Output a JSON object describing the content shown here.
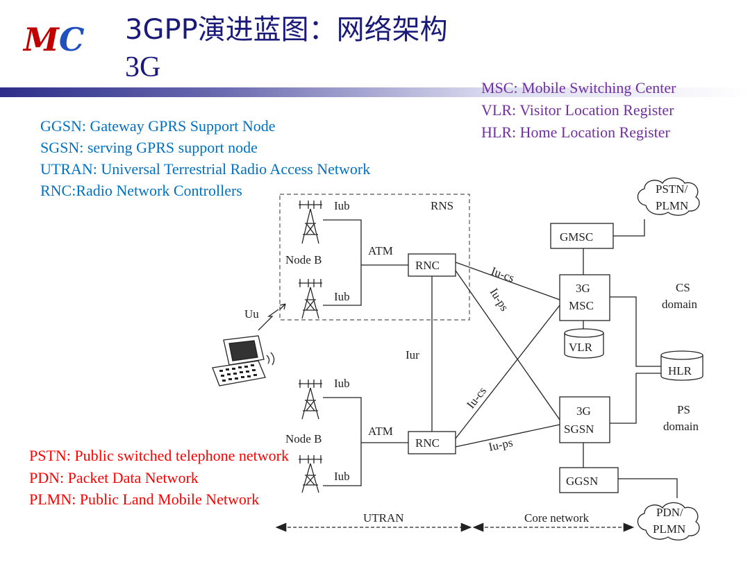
{
  "logo": {
    "m": "M",
    "c": "C"
  },
  "title": {
    "line1": "3GPP演进蓝图：网络架构",
    "line2": "3G"
  },
  "legend_blue": [
    "GGSN: Gateway GPRS Support Node",
    "SGSN: serving GPRS support node",
    "UTRAN: Universal Terrestrial Radio Access Network",
    "RNC:Radio Network Controllers"
  ],
  "legend_purple": [
    "MSC: Mobile Switching Center",
    "VLR: Visitor Location Register",
    "HLR: Home Location Register"
  ],
  "legend_red": [
    "PSTN: Public switched telephone network",
    "PDN: Packet Data Network",
    "PLMN: Public Land Mobile Network"
  ],
  "diagram": {
    "iub": "Iub",
    "rns": "RNS",
    "node_b": "Node B",
    "atm": "ATM",
    "rnc": "RNC",
    "uu": "Uu",
    "iur": "Iur",
    "iu_cs": "Iu-cs",
    "iu_ps": "Iu-ps",
    "gmsc": "GMSC",
    "msc_3g_line1": "3G",
    "msc_3g_line2": "MSC",
    "vlr": "VLR",
    "hlr": "HLR",
    "sgsn_line1": "3G",
    "sgsn_line2": "SGSN",
    "ggsn": "GGSN",
    "cs_domain_line1": "CS",
    "cs_domain_line2": "domain",
    "ps_domain_line1": "PS",
    "ps_domain_line2": "domain",
    "pstn_line1": "PSTN/",
    "pstn_line2": "PLMN",
    "pdn_line1": "PDN/",
    "pdn_line2": "PLMN",
    "utran": "UTRAN",
    "core_network": "Core network"
  }
}
